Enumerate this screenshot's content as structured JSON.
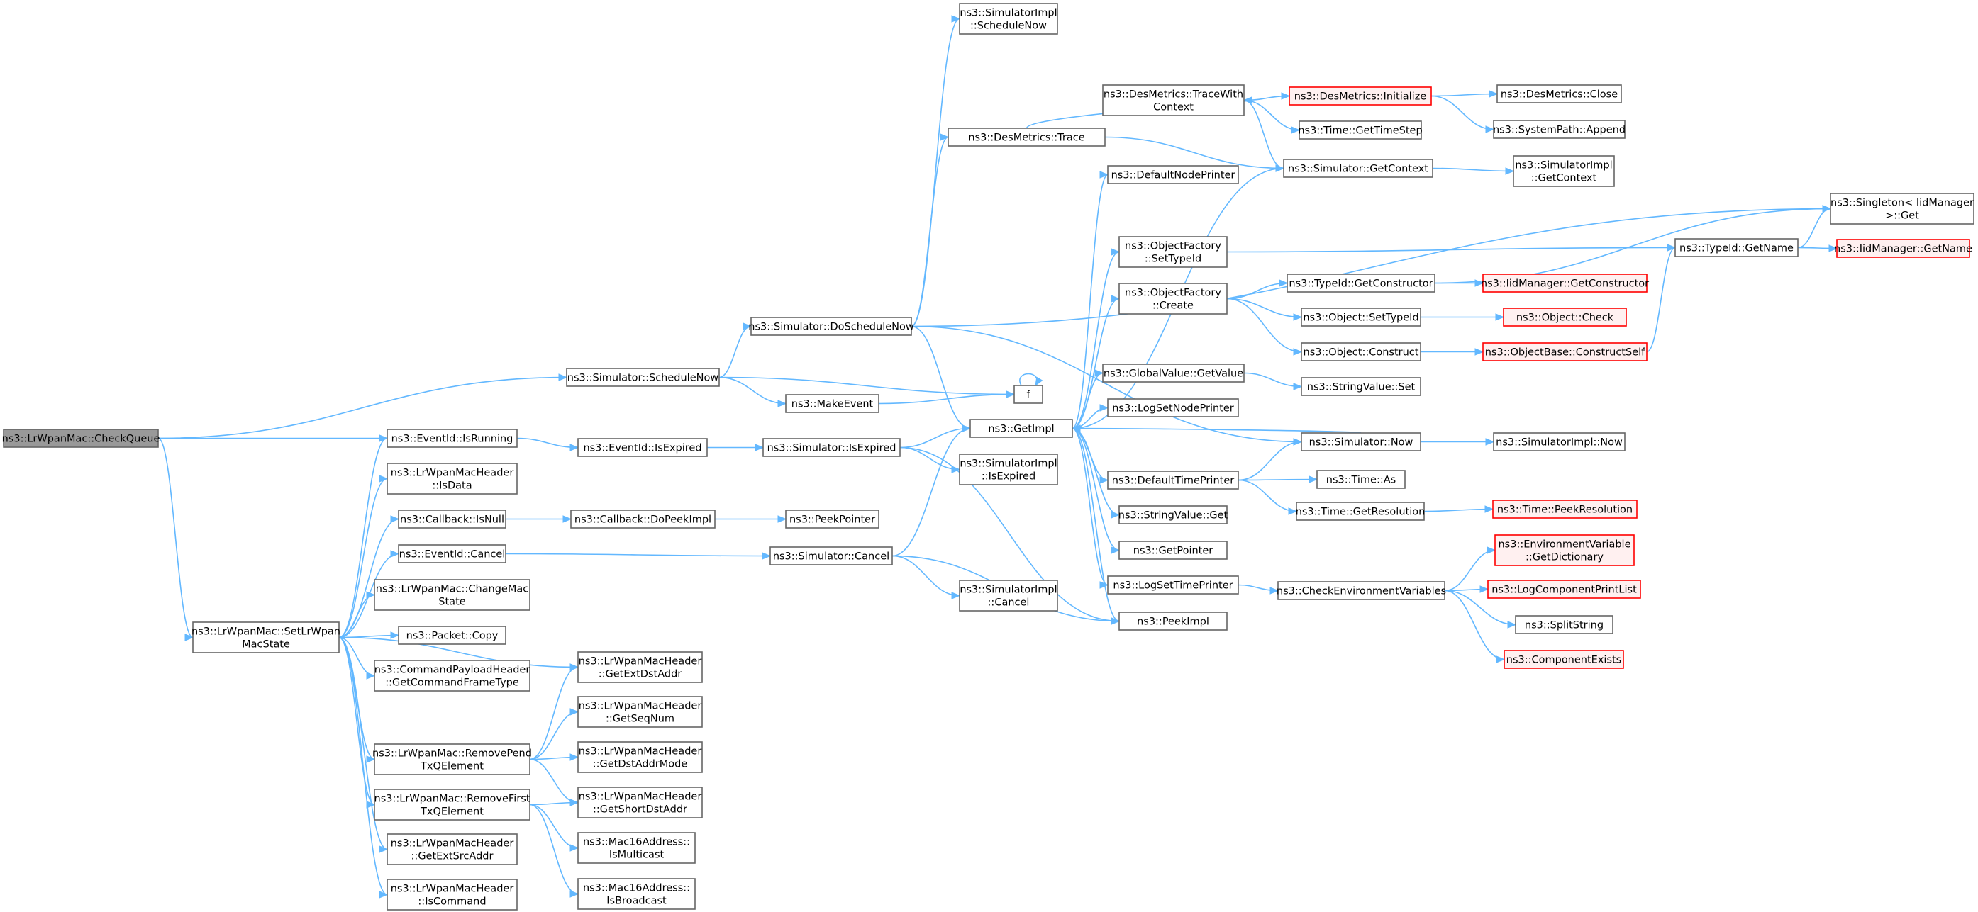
{
  "nodes": [
    {
      "id": "checkqueue",
      "lines": [
        "ns3::LrWpanMac::CheckQueue"
      ],
      "root": true
    },
    {
      "id": "setstate",
      "lines": [
        "ns3::LrWpanMac::SetLrWpan",
        "MacState"
      ]
    },
    {
      "id": "sched",
      "lines": [
        "ns3::Simulator::ScheduleNow"
      ]
    },
    {
      "id": "evrun",
      "lines": [
        "ns3::EventId::IsRunning"
      ]
    },
    {
      "id": "isdata",
      "lines": [
        "ns3::LrWpanMacHeader",
        "::IsData"
      ]
    },
    {
      "id": "cbisnull",
      "lines": [
        "ns3::Callback::IsNull"
      ]
    },
    {
      "id": "evcancel",
      "lines": [
        "ns3::EventId::Cancel"
      ]
    },
    {
      "id": "changemac",
      "lines": [
        "ns3::LrWpanMac::ChangeMac",
        "State"
      ]
    },
    {
      "id": "pktcopy",
      "lines": [
        "ns3::Packet::Copy"
      ]
    },
    {
      "id": "cmdframe",
      "lines": [
        "ns3::CommandPayloadHeader",
        "::GetCommandFrameType"
      ]
    },
    {
      "id": "rmpend",
      "lines": [
        "ns3::LrWpanMac::RemovePend",
        "TxQElement"
      ]
    },
    {
      "id": "rmfirst",
      "lines": [
        "ns3::LrWpanMac::RemoveFirst",
        "TxQElement"
      ]
    },
    {
      "id": "extsrc",
      "lines": [
        "ns3::LrWpanMacHeader",
        "::GetExtSrcAddr"
      ]
    },
    {
      "id": "iscommand",
      "lines": [
        "ns3::LrWpanMacHeader",
        "::IsCommand"
      ]
    },
    {
      "id": "evexpired",
      "lines": [
        "ns3::EventId::IsExpired"
      ]
    },
    {
      "id": "dopeek",
      "lines": [
        "ns3::Callback::DoPeekImpl"
      ]
    },
    {
      "id": "extdst",
      "lines": [
        "ns3::LrWpanMacHeader",
        "::GetExtDstAddr"
      ]
    },
    {
      "id": "seqnum",
      "lines": [
        "ns3::LrWpanMacHeader",
        "::GetSeqNum"
      ]
    },
    {
      "id": "dstmode",
      "lines": [
        "ns3::LrWpanMacHeader",
        "::GetDstAddrMode"
      ]
    },
    {
      "id": "shortdst",
      "lines": [
        "ns3::LrWpanMacHeader",
        "::GetShortDstAddr"
      ]
    },
    {
      "id": "ismulti",
      "lines": [
        "ns3::Mac16Address::",
        "IsMulticast"
      ]
    },
    {
      "id": "isbcast",
      "lines": [
        "ns3::Mac16Address::",
        "IsBroadcast"
      ]
    },
    {
      "id": "dosched",
      "lines": [
        "ns3::Simulator::DoScheduleNow"
      ]
    },
    {
      "id": "makeevent",
      "lines": [
        "ns3::MakeEvent"
      ]
    },
    {
      "id": "simexpired",
      "lines": [
        "ns3::Simulator::IsExpired"
      ]
    },
    {
      "id": "peekptr",
      "lines": [
        "ns3::PeekPointer"
      ]
    },
    {
      "id": "simcancel",
      "lines": [
        "ns3::Simulator::Cancel"
      ]
    },
    {
      "id": "implsched",
      "lines": [
        "ns3::SimulatorImpl",
        "::ScheduleNow"
      ]
    },
    {
      "id": "destrace",
      "lines": [
        "ns3::DesMetrics::Trace"
      ]
    },
    {
      "id": "f",
      "lines": [
        "f"
      ]
    },
    {
      "id": "getimpl",
      "lines": [
        "ns3::GetImpl"
      ]
    },
    {
      "id": "implexpired",
      "lines": [
        "ns3::SimulatorImpl",
        "::IsExpired"
      ]
    },
    {
      "id": "implcancel",
      "lines": [
        "ns3::SimulatorImpl",
        "::Cancel"
      ]
    },
    {
      "id": "tracectx",
      "lines": [
        "ns3::DesMetrics::TraceWith",
        "Context"
      ]
    },
    {
      "id": "defnode",
      "lines": [
        "ns3::DefaultNodePrinter"
      ]
    },
    {
      "id": "ofsettype",
      "lines": [
        "ns3::ObjectFactory",
        "::SetTypeId"
      ]
    },
    {
      "id": "ofcreate",
      "lines": [
        "ns3::ObjectFactory",
        "::Create"
      ]
    },
    {
      "id": "gvget",
      "lines": [
        "ns3::GlobalValue::GetValue"
      ]
    },
    {
      "id": "lognode",
      "lines": [
        "ns3::LogSetNodePrinter"
      ]
    },
    {
      "id": "deftime",
      "lines": [
        "ns3::DefaultTimePrinter"
      ]
    },
    {
      "id": "svget",
      "lines": [
        "ns3::StringValue::Get"
      ]
    },
    {
      "id": "getptr",
      "lines": [
        "ns3::GetPointer"
      ]
    },
    {
      "id": "logtime",
      "lines": [
        "ns3::LogSetTimePrinter"
      ]
    },
    {
      "id": "peekimpl",
      "lines": [
        "ns3::PeekImpl"
      ]
    },
    {
      "id": "desinit",
      "lines": [
        "ns3::DesMetrics::Initialize"
      ],
      "red": true
    },
    {
      "id": "timestep",
      "lines": [
        "ns3::Time::GetTimeStep"
      ]
    },
    {
      "id": "simctx",
      "lines": [
        "ns3::Simulator::GetContext"
      ]
    },
    {
      "id": "tidctor",
      "lines": [
        "ns3::TypeId::GetConstructor"
      ]
    },
    {
      "id": "objset",
      "lines": [
        "ns3::Object::SetTypeId"
      ]
    },
    {
      "id": "objconst",
      "lines": [
        "ns3::Object::Construct"
      ]
    },
    {
      "id": "svset",
      "lines": [
        "ns3::StringValue::Set"
      ]
    },
    {
      "id": "simnow",
      "lines": [
        "ns3::Simulator::Now"
      ]
    },
    {
      "id": "timeas",
      "lines": [
        "ns3::Time::As"
      ]
    },
    {
      "id": "timeres",
      "lines": [
        "ns3::Time::GetResolution"
      ]
    },
    {
      "id": "checkenv",
      "lines": [
        "ns3::CheckEnvironmentVariables"
      ]
    },
    {
      "id": "desclose",
      "lines": [
        "ns3::DesMetrics::Close"
      ]
    },
    {
      "id": "sysappend",
      "lines": [
        "ns3::SystemPath::Append"
      ]
    },
    {
      "id": "implctx",
      "lines": [
        "ns3::SimulatorImpl",
        "::GetContext"
      ]
    },
    {
      "id": "iidctor",
      "lines": [
        "ns3::IidManager::GetConstructor"
      ],
      "red": true
    },
    {
      "id": "objcheck",
      "lines": [
        "ns3::Object::Check"
      ],
      "red": true
    },
    {
      "id": "objbase",
      "lines": [
        "ns3::ObjectBase::ConstructSelf"
      ],
      "red": true
    },
    {
      "id": "implnow",
      "lines": [
        "ns3::SimulatorImpl::Now"
      ]
    },
    {
      "id": "peekres",
      "lines": [
        "ns3::Time::PeekResolution"
      ],
      "red": true
    },
    {
      "id": "envdict",
      "lines": [
        "ns3::EnvironmentVariable",
        "::GetDictionary"
      ],
      "red": true
    },
    {
      "id": "logcomp",
      "lines": [
        "ns3::LogComponentPrintList"
      ],
      "red": true
    },
    {
      "id": "splitstr",
      "lines": [
        "ns3::SplitString"
      ]
    },
    {
      "id": "compexists",
      "lines": [
        "ns3::ComponentExists"
      ],
      "red": true
    },
    {
      "id": "tidname",
      "lines": [
        "ns3::TypeId::GetName"
      ]
    },
    {
      "id": "singleton",
      "lines": [
        "ns3::Singleton< IidManager",
        ">::Get"
      ]
    },
    {
      "id": "iidname",
      "lines": [
        "ns3::IidManager::GetName"
      ],
      "red": true
    }
  ],
  "edges": [
    [
      "checkqueue",
      "sched"
    ],
    [
      "checkqueue",
      "evrun"
    ],
    [
      "checkqueue",
      "setstate"
    ],
    [
      "setstate",
      "evrun"
    ],
    [
      "setstate",
      "isdata"
    ],
    [
      "setstate",
      "cbisnull"
    ],
    [
      "setstate",
      "evcancel"
    ],
    [
      "setstate",
      "changemac"
    ],
    [
      "setstate",
      "pktcopy"
    ],
    [
      "setstate",
      "cmdframe"
    ],
    [
      "setstate",
      "extdst"
    ],
    [
      "setstate",
      "rmpend"
    ],
    [
      "setstate",
      "rmfirst"
    ],
    [
      "setstate",
      "extsrc"
    ],
    [
      "setstate",
      "iscommand"
    ],
    [
      "sched",
      "dosched"
    ],
    [
      "sched",
      "f"
    ],
    [
      "sched",
      "makeevent"
    ],
    [
      "evrun",
      "evexpired"
    ],
    [
      "evexpired",
      "simexpired"
    ],
    [
      "cbisnull",
      "dopeek"
    ],
    [
      "dopeek",
      "peekptr"
    ],
    [
      "evcancel",
      "simcancel"
    ],
    [
      "rmpend",
      "extdst"
    ],
    [
      "rmpend",
      "seqnum"
    ],
    [
      "rmpend",
      "dstmode"
    ],
    [
      "rmpend",
      "shortdst"
    ],
    [
      "rmfirst",
      "shortdst"
    ],
    [
      "rmfirst",
      "ismulti"
    ],
    [
      "rmfirst",
      "isbcast"
    ],
    [
      "dosched",
      "implsched"
    ],
    [
      "dosched",
      "destrace"
    ],
    [
      "dosched",
      "singleton"
    ],
    [
      "dosched",
      "getimpl"
    ],
    [
      "dosched",
      "simnow"
    ],
    [
      "makeevent",
      "f"
    ],
    [
      "f",
      "f"
    ],
    [
      "simexpired",
      "getimpl"
    ],
    [
      "simexpired",
      "implexpired"
    ],
    [
      "simexpired",
      "peekimpl"
    ],
    [
      "simcancel",
      "getimpl"
    ],
    [
      "simcancel",
      "implcancel"
    ],
    [
      "simcancel",
      "peekimpl"
    ],
    [
      "destrace",
      "tracectx"
    ],
    [
      "destrace",
      "simctx"
    ],
    [
      "tracectx",
      "desinit"
    ],
    [
      "tracectx",
      "timestep"
    ],
    [
      "tracectx",
      "simctx"
    ],
    [
      "desinit",
      "desclose"
    ],
    [
      "desinit",
      "sysappend"
    ],
    [
      "getimpl",
      "defnode"
    ],
    [
      "getimpl",
      "simctx"
    ],
    [
      "getimpl",
      "ofsettype"
    ],
    [
      "getimpl",
      "ofcreate"
    ],
    [
      "getimpl",
      "gvget"
    ],
    [
      "getimpl",
      "lognode"
    ],
    [
      "getimpl",
      "deftime"
    ],
    [
      "getimpl",
      "svget"
    ],
    [
      "getimpl",
      "getptr"
    ],
    [
      "getimpl",
      "logtime"
    ],
    [
      "getimpl",
      "peekimpl"
    ],
    [
      "simctx",
      "implctx"
    ],
    [
      "ofsettype",
      "tidname"
    ],
    [
      "ofcreate",
      "tidctor"
    ],
    [
      "ofcreate",
      "objset"
    ],
    [
      "ofcreate",
      "objconst"
    ],
    [
      "tidctor",
      "iidctor"
    ],
    [
      "tidctor",
      "singleton"
    ],
    [
      "objset",
      "objcheck"
    ],
    [
      "objconst",
      "objbase"
    ],
    [
      "objbase",
      "tidname"
    ],
    [
      "tidname",
      "singleton"
    ],
    [
      "tidname",
      "iidname"
    ],
    [
      "gvget",
      "svset"
    ],
    [
      "simnow",
      "getimpl"
    ],
    [
      "simnow",
      "implnow"
    ],
    [
      "deftime",
      "simnow"
    ],
    [
      "deftime",
      "timeas"
    ],
    [
      "deftime",
      "timeres"
    ],
    [
      "timeres",
      "peekres"
    ],
    [
      "logtime",
      "checkenv"
    ],
    [
      "checkenv",
      "envdict"
    ],
    [
      "checkenv",
      "logcomp"
    ],
    [
      "checkenv",
      "splitstr"
    ],
    [
      "checkenv",
      "compexists"
    ]
  ]
}
